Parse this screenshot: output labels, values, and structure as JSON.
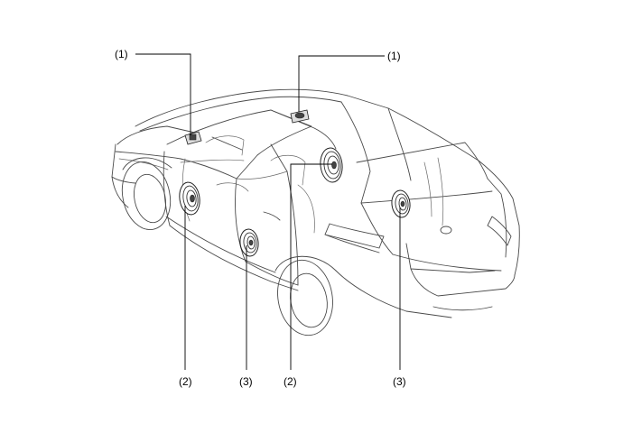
{
  "diagram": {
    "callouts": [
      {
        "id": "front-left-tweeter",
        "label": "(1)",
        "part": "tweeter"
      },
      {
        "id": "front-right-tweeter",
        "label": "(1)",
        "part": "tweeter"
      },
      {
        "id": "front-left-door-speaker",
        "label": "(2)",
        "part": "speaker"
      },
      {
        "id": "front-right-door-speaker",
        "label": "(2)",
        "part": "speaker"
      },
      {
        "id": "rear-left-door-speaker",
        "label": "(3)",
        "part": "speaker"
      },
      {
        "id": "rear-right-door-speaker",
        "label": "(3)",
        "part": "speaker"
      }
    ]
  }
}
